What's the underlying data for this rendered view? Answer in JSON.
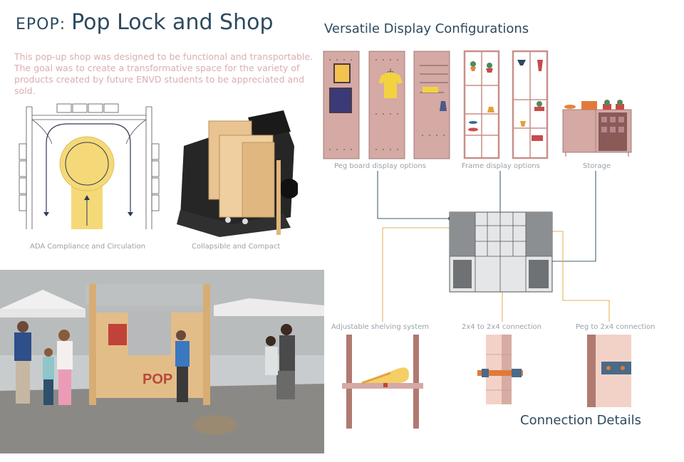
{
  "header": {
    "title_prefix": "EPOP",
    "title_sep": ": ",
    "title_main": "Pop Lock and Shop",
    "description": "This pop-up shop was designed to be functional and transportable. The goal was to create a transformative space for the variety of products created by future ENVD students to be appreciated and sold."
  },
  "section": {
    "title": "Versatile Display Configurations"
  },
  "captions": {
    "ada": "ADA Compliance and Circulation",
    "collapsible": "Collapsible and Compact",
    "pegboard": "Peg board display options",
    "frame": "Frame display options",
    "storage": "Storage",
    "shelving": "Adjustable shelving system",
    "conn_2x4": "2x4 to 2x4 connection",
    "conn_peg": "Peg to 2x4 connection"
  },
  "connection_title": "Connection Details",
  "photo": {
    "sign_text": "POP"
  },
  "colors": {
    "title": "#2d4a5e",
    "description": "#d9aeb0",
    "panel": "#d5a9a4",
    "frame": "#c98f8a",
    "yellow": "#f3cf66",
    "line_blue": "#3f6070",
    "line_gold": "#e6b35a",
    "wood": "#e9c392"
  },
  "icons": [
    "shirt-icon",
    "plant-icon",
    "vase-icon",
    "truck-image",
    "pop-up-photo"
  ]
}
